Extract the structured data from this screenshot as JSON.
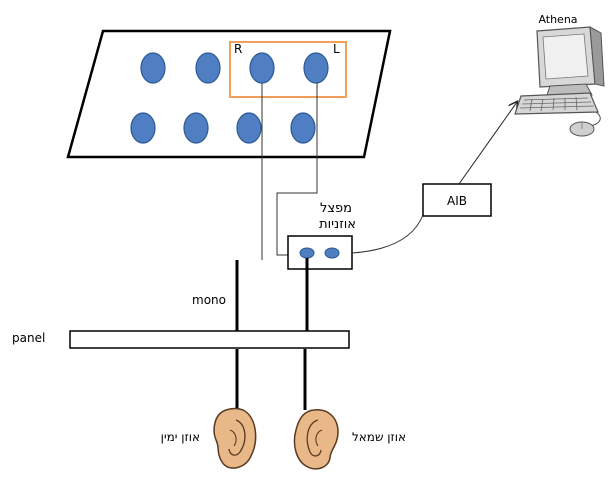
{
  "diagram": {
    "labels": {
      "right_channel": "R",
      "left_channel": "L",
      "computer": "Athena",
      "splitter_line1": "מפצל",
      "splitter_line2": "אוזניות",
      "aib": "AIB",
      "mono": "mono",
      "panel": "panel",
      "right_ear": "אוזן ימין",
      "left_ear": "אוזן שמאל"
    },
    "colors": {
      "circle_fill": "#4f7fc2",
      "circle_stroke": "#2c5a96",
      "highlight_box": "#f0a05a",
      "skin": "#e8b888"
    },
    "board": {
      "top_row_circles": 4,
      "bottom_row_circles": 4,
      "highlighted": [
        "R",
        "L"
      ]
    },
    "icons": [
      "computer-icon",
      "right-ear-icon",
      "left-ear-icon"
    ]
  }
}
